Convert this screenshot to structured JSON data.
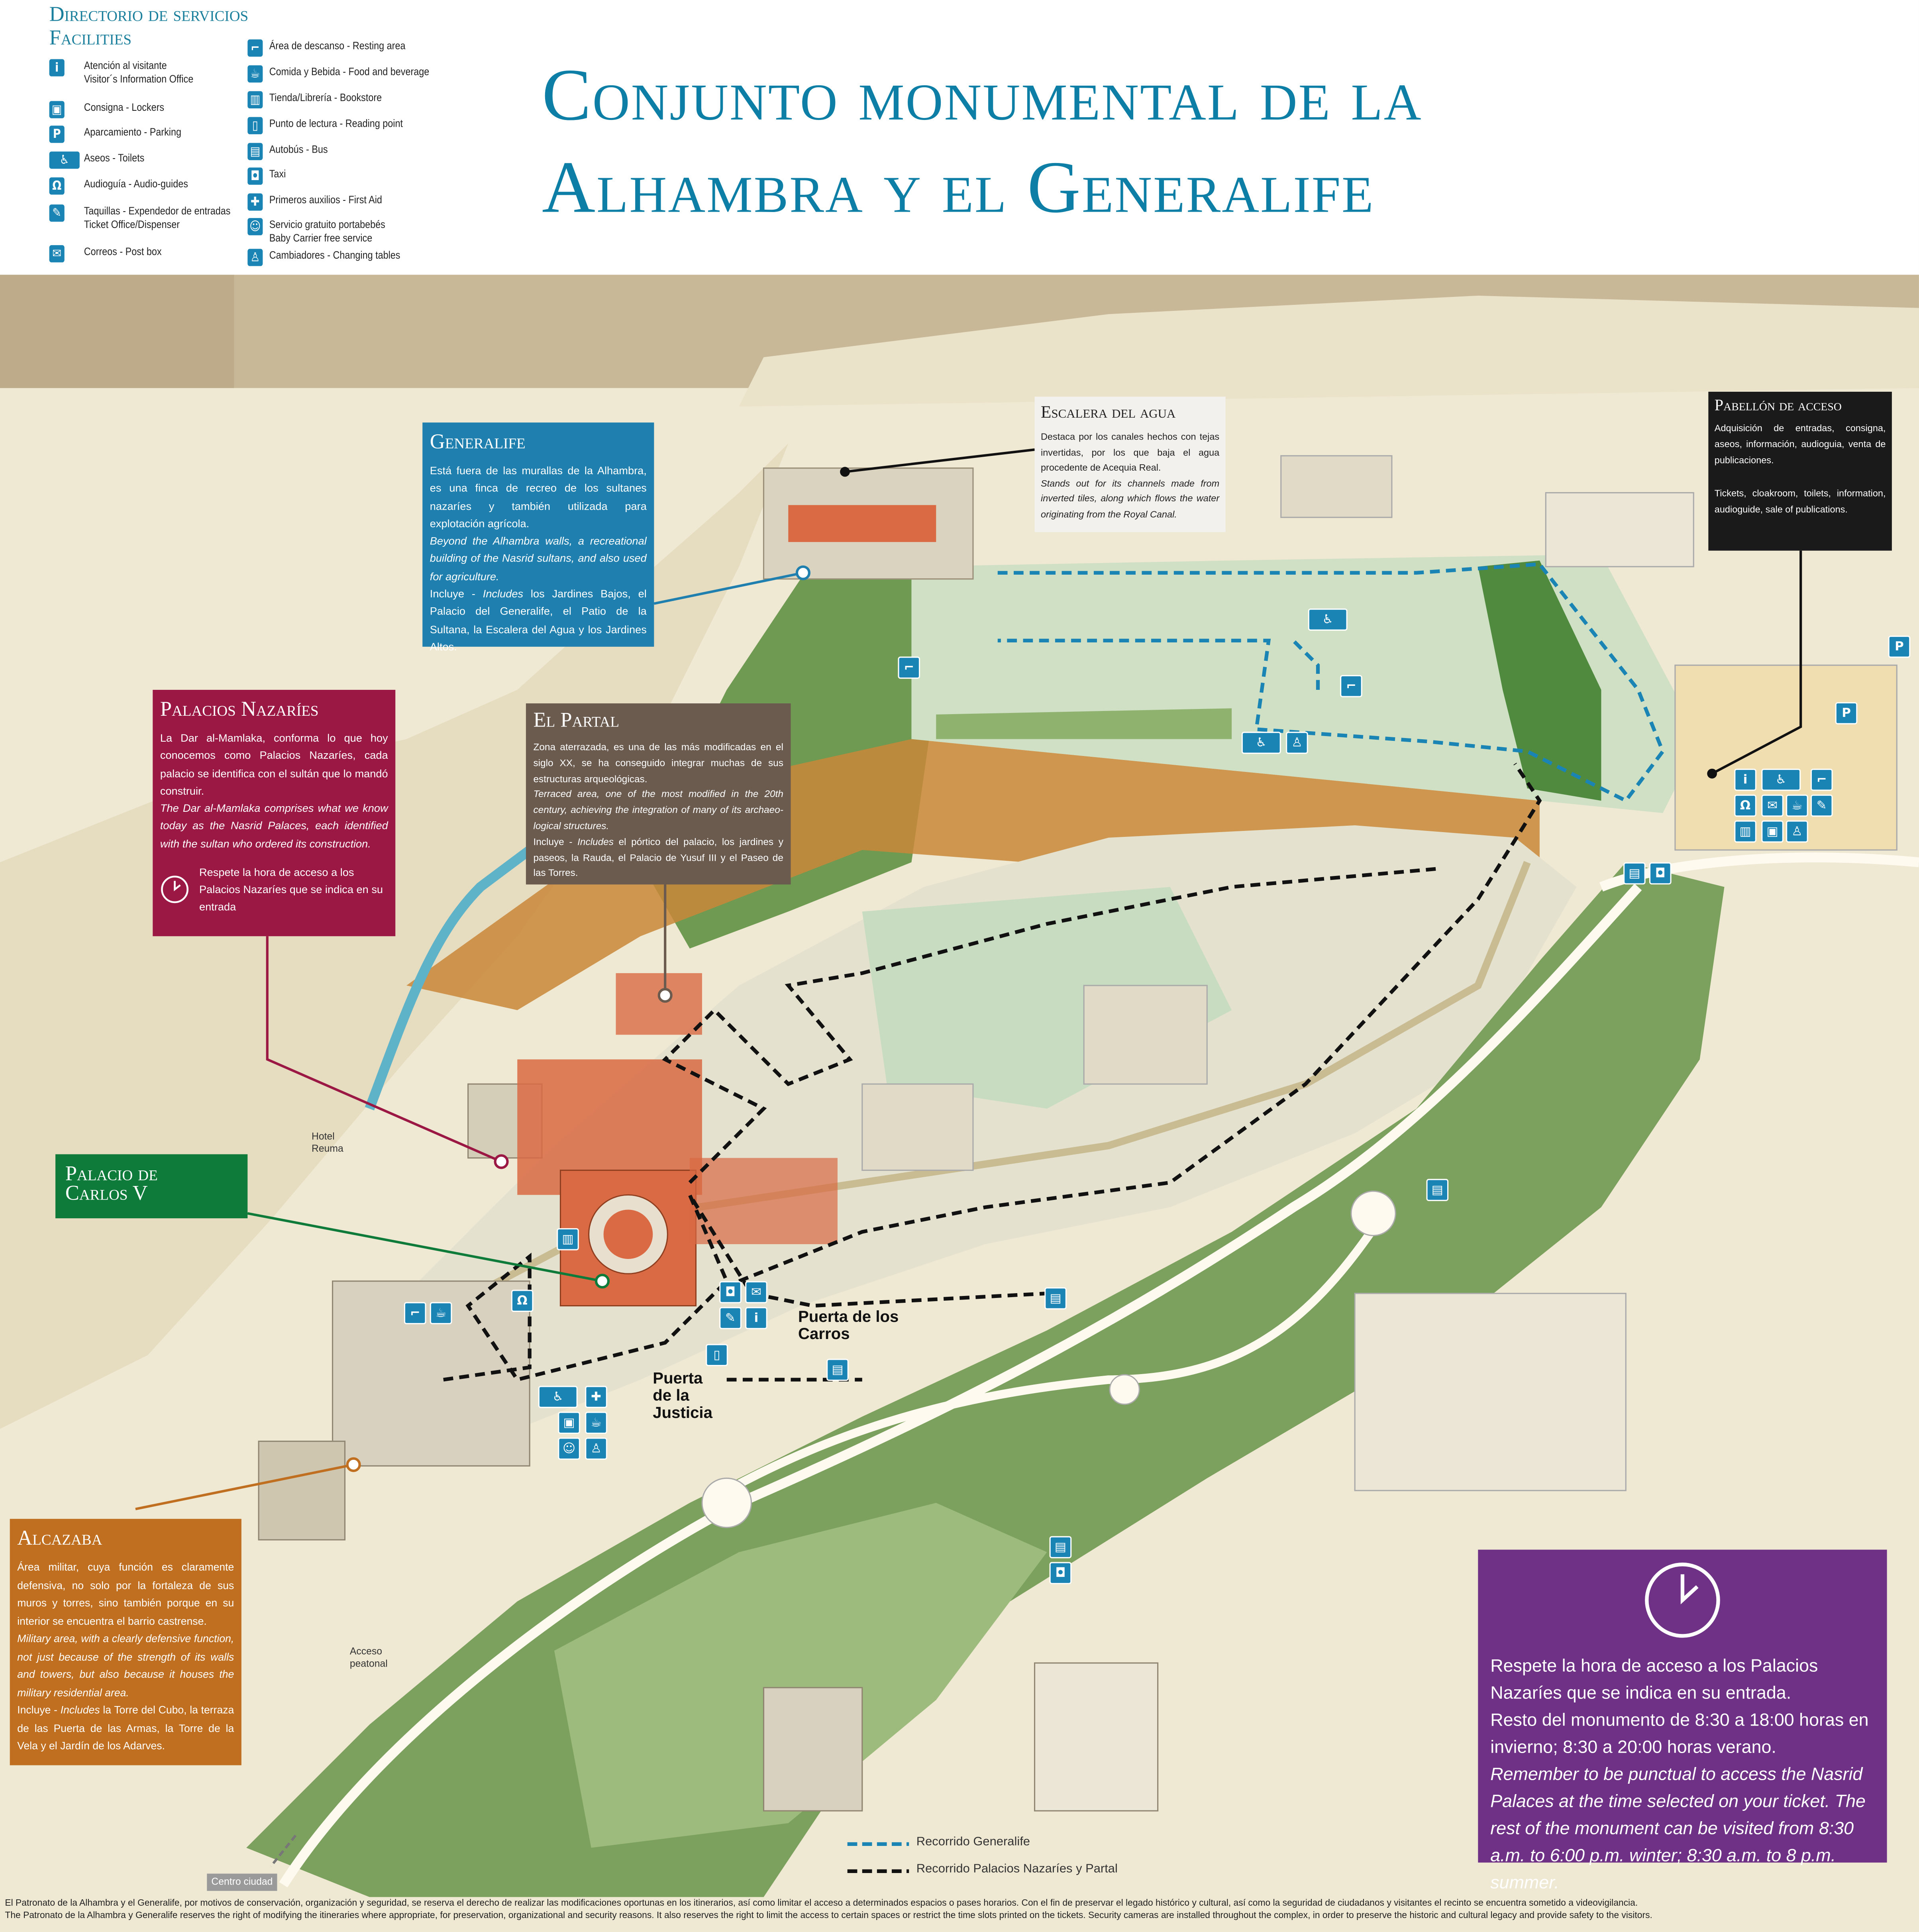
{
  "directory": {
    "title": "Directorio de servicios",
    "subtitle": "Facilities",
    "left_items": [
      {
        "icon": "info-icon",
        "label": "Atención al visitante",
        "label2": "Visitor´s Information Office"
      },
      {
        "icon": "locker-icon",
        "label": "Consigna - Lockers"
      },
      {
        "icon": "parking-icon",
        "label": "Aparcamiento - Parking"
      },
      {
        "icon": "toilets-icon",
        "label": "Aseos - Toilets"
      },
      {
        "icon": "headphones-icon",
        "label": "Audioguía - Audio-guides"
      },
      {
        "icon": "ticket-icon",
        "label": "Taquillas - Expendedor de entradas",
        "label2": "Ticket  Office/Dispenser"
      },
      {
        "icon": "mail-icon",
        "label": "Correos - Post box"
      }
    ],
    "right_items": [
      {
        "icon": "resting-area-icon",
        "label": "Área de descanso - Resting area"
      },
      {
        "icon": "food-icon",
        "label": "Comida y Bebida - Food and beverage"
      },
      {
        "icon": "bookstore-icon",
        "label": "Tienda/Librería - Bookstore"
      },
      {
        "icon": "book-icon",
        "label": "Punto de lectura - Reading point"
      },
      {
        "icon": "bus-icon",
        "label": "Autobús - Bus"
      },
      {
        "icon": "taxi-icon",
        "label": "Taxi"
      },
      {
        "icon": "first-aid-icon",
        "label": "Primeros auxilios - First Aid"
      },
      {
        "icon": "baby-carrier-icon",
        "label": "Servicio gratuito portabebés",
        "label2": "Baby Carrier free service"
      },
      {
        "icon": "changing-table-icon",
        "label": "Cambiadores - Changing tables"
      }
    ]
  },
  "title": {
    "line1": "Conjunto monumental de la",
    "line2": "Alhambra y el Generalife"
  },
  "boxes": {
    "generalife": {
      "title": "Generalife",
      "es": "Está fuera de las murallas de la Alhambra, es una finca de recreo de los sultanes nazaríes y también utilizada para explotación agrícola.",
      "en": "Beyond the Alhambra walls, a recreational building of the Nasrid sultans, and also used for agriculture.",
      "includes_prefix": "Incluye - ",
      "includes_en": "Includes",
      "includes": " los Jardines Bajos, el Palacio del Generalife, el Patio de la Sultana, la Escalera del Agua y los Jardines Altos."
    },
    "escalera": {
      "title": "Escalera del agua",
      "es": "Destaca por los canales hechos con tejas invertidas, por los que baja el agua procedente de Acequia Real.",
      "en": "Stands out for its channels made from inverted tiles, along which flows the water originating from the Royal Canal."
    },
    "pabellon": {
      "title": "Pabellón de acceso",
      "es": "Adquisición de entradas, consigna, aseos, información, audioguia, venta de publicaciones.",
      "en": "Tickets, cloakroom, toilets, information, audioguide, sale of publications."
    },
    "nazaries": {
      "title": "Palacios Nazaríes",
      "es": "La Dar al-Mamlaka, conforma lo que hoy conocemos como Palacios Nazaríes, cada palacio se identifica con el sultán que lo mandó construir.",
      "en": "The Dar al-Mamlaka comprises what we know today as the Nasrid Palaces, each identified with the sultan who ordered its construction.",
      "notice": "Respete la hora de acceso a los Palacios Nazaríes que se indica en su entrada"
    },
    "partal": {
      "title": "El Partal",
      "es": "Zona aterrazada, es una de las más modificadas en el siglo XX, se ha conseguido integrar muchas de sus estructuras arqueológicas.",
      "en": "Terraced area, one of the most modified in the 20th century, achieving the integration of many of its archaeo-logical structures.",
      "includes_prefix": "Incluye - ",
      "includes_en": "Includes",
      "includes": " el pórtico del palacio, los jardines y paseos, la Rauda, el Palacio de Yusuf III y el Paseo de las Torres."
    },
    "carlos": {
      "title_line1": "Palacio de",
      "title_line2": "Carlos V"
    },
    "alcazaba": {
      "title": "Alcazaba",
      "es": "Área militar, cuya función es claramente defensiva, no solo por la fortaleza de sus muros y torres, sino también porque en su interior se encuentra el barrio castrense.",
      "en": "Military area, with a clearly defensive function, not just because of the strength of its walls and towers, but also because it houses the military residential area.",
      "includes_prefix": "Incluye - ",
      "includes_en": "Includes",
      "includes": " la  Torre del Cubo, la terraza de las Puerta de las Armas, la Torre de la Vela y el Jardín de los Adarves."
    },
    "hours": {
      "es1": "Respete la hora de acceso a los Palacios Nazaríes que se indica en su entrada.",
      "es2": "Resto del monumento de 8:30 a 18:00 horas en invierno; 8:30 a 20:00 horas verano.",
      "en": "Remember to be punctual to access the Nasrid Palaces at the time selected on your ticket. The rest of the monument can be visited from 8:30 a.m. to 6:00 p.m. winter; 8:30 a.m. to 8 p.m. summer."
    }
  },
  "map_labels": {
    "hotel": "Hotel Reuma",
    "puerta_carros": "Puerta de los Carros",
    "puerta_justicia": "Puerta de la Justicia",
    "acceso": "Acceso peatonal",
    "centro": "Centro ciudad"
  },
  "legend_routes": [
    {
      "label": "Recorrido Generalife",
      "color": "#1a84b5"
    },
    {
      "label": "Recorrido  Palacios Nazaríes y Partal",
      "color": "#111111"
    }
  ],
  "footer": {
    "es": "El Patronato de la Alhambra y el Generalife, por motivos de conservación, organización y seguridad, se reserva el derecho de realizar las modificaciones oportunas en los itinerarios, así como limitar el acceso a determinados espacios o pases horarios. Con el fin de preservar el legado histórico y cultural, así como la seguridad de ciudadanos y visitantes el recinto se encuentra sometido a videovigilancia.",
    "en": "The Patronato de la Alhambra y Generalife reserves the right of modifying the itineraries where appropriate, for preservation, organizational and security reasons. It also reserves the right to limit the access to certain spaces or restrict the time slots printed on the tickets. Security cameras are installed throughout the complex, in order to preserve the historic and cultural legacy and provide safety to the visitors."
  },
  "colors": {
    "accent": "#0d7fa6",
    "generalife": "#1f7fae",
    "nazaries": "#9b1744",
    "partal": "#6b5a4e",
    "carlos": "#0e7b3a",
    "alcazaba": "#bf6f1f",
    "hours": "#6e3186",
    "pabellon": "#1b1a1b"
  }
}
